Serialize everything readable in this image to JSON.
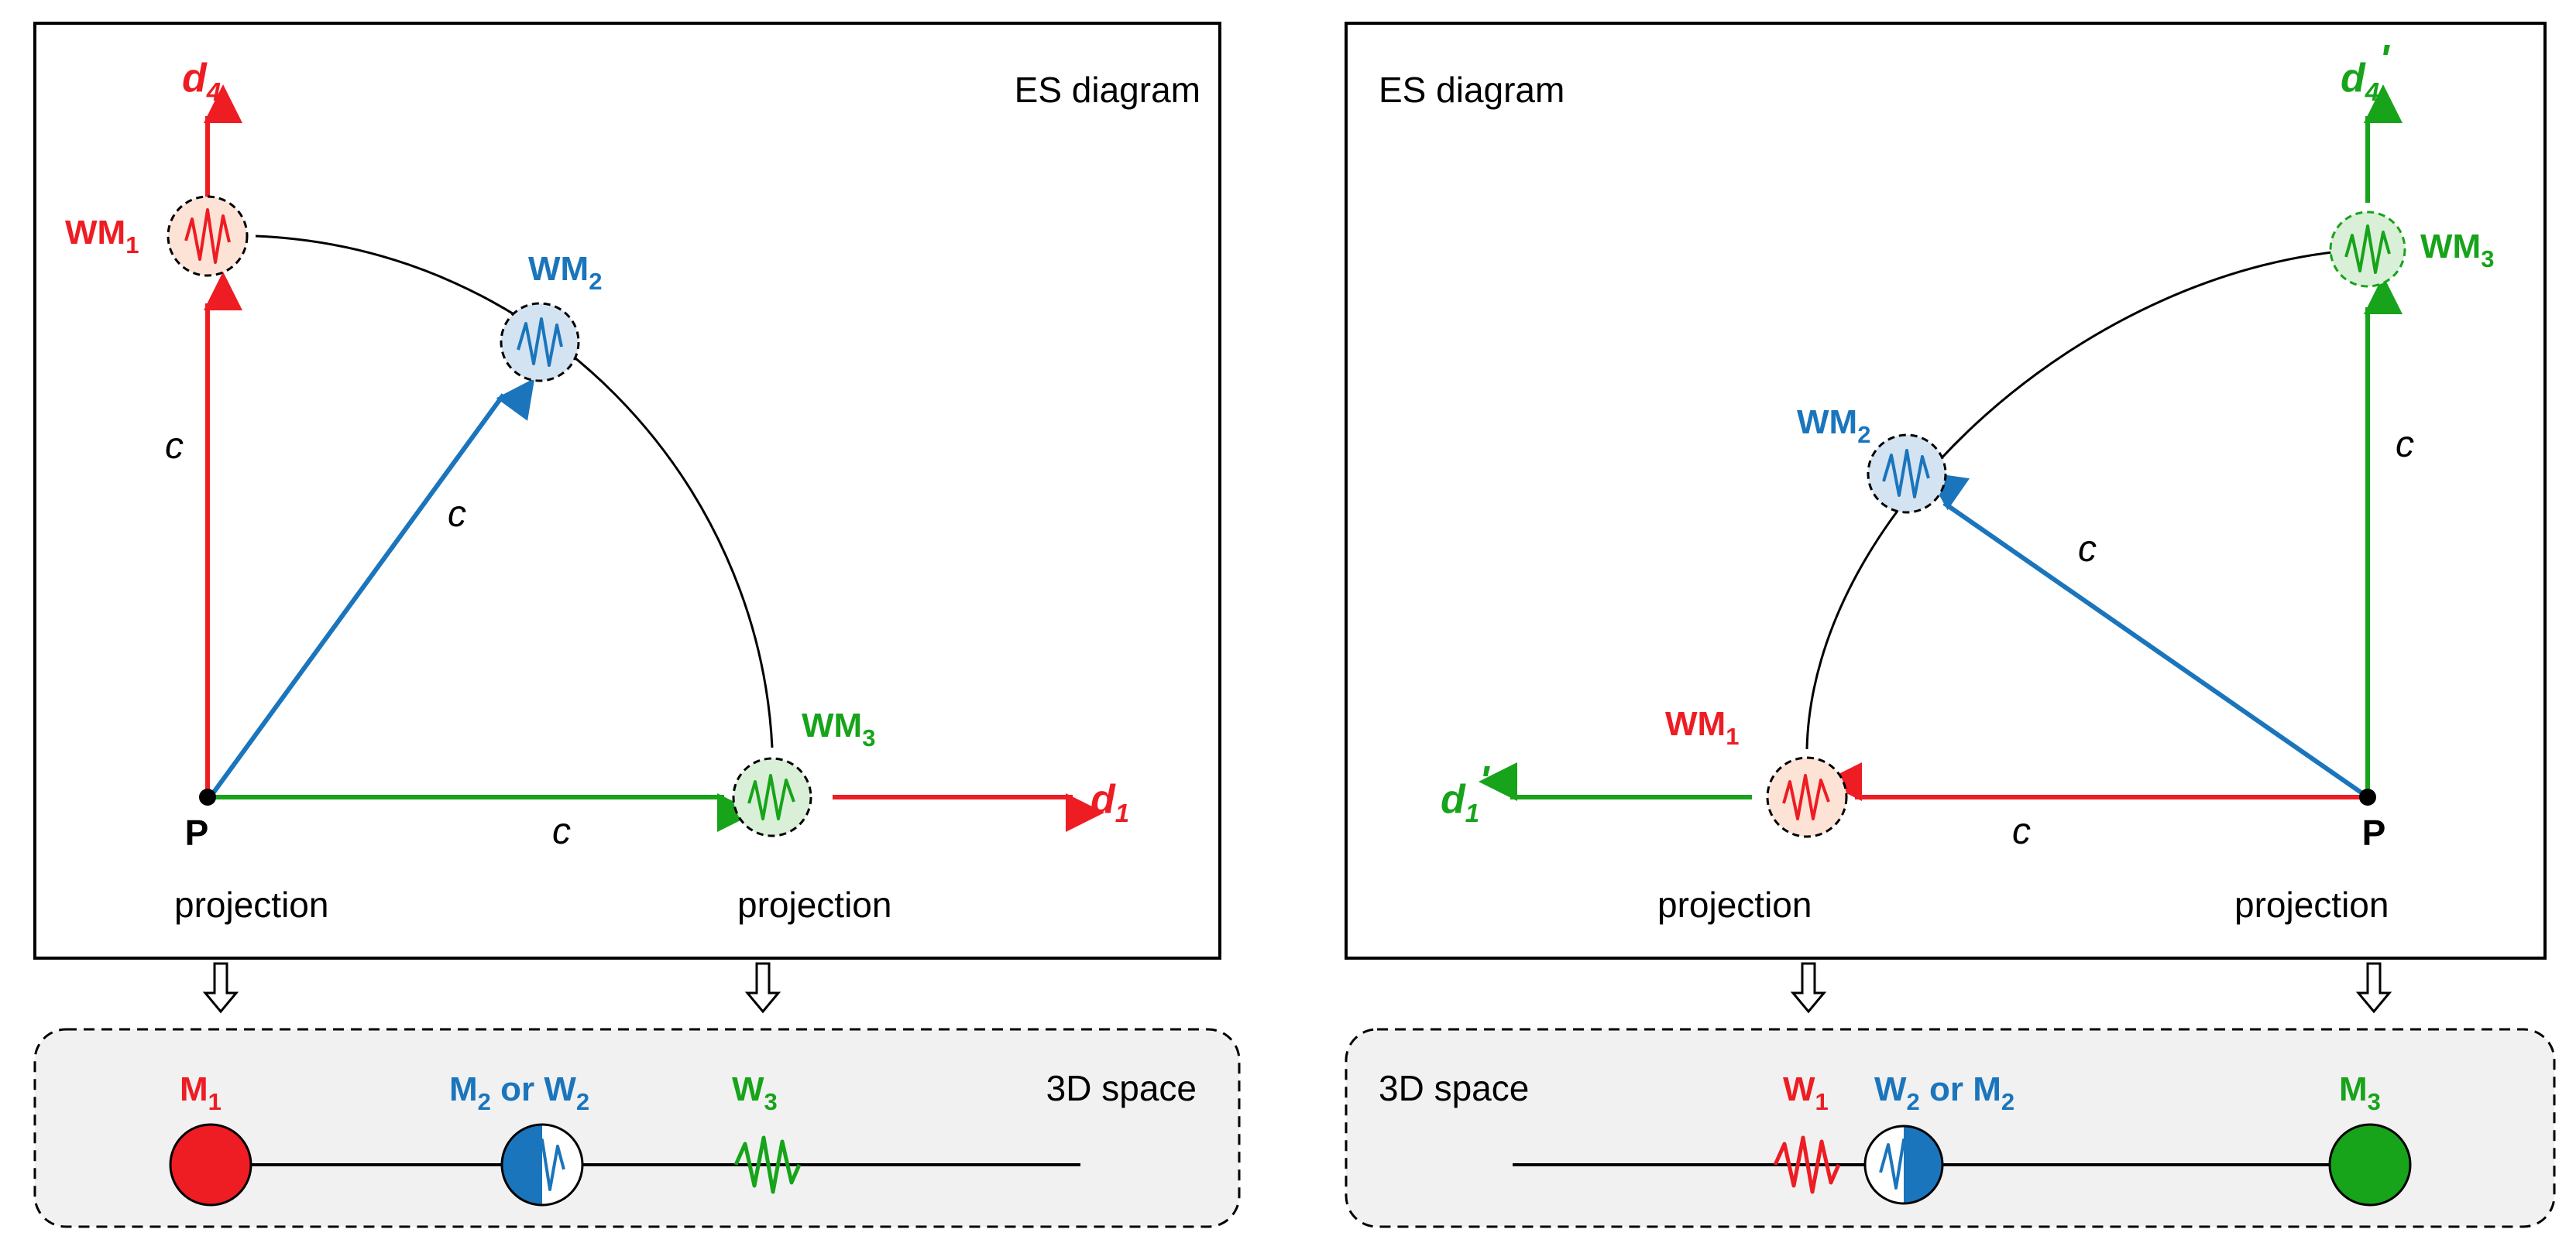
{
  "colors": {
    "red": "#ee1c23",
    "blue": "#1a75bc",
    "green": "#17a31a",
    "panel_fill": "#f1f1f1",
    "red_fill": "#fde3d6",
    "blue_fill": "#d3e3f2",
    "green_fill": "#d9efd7"
  },
  "left": {
    "title": "ES diagram",
    "space_title": "3D space",
    "point": "P",
    "vec_label": "c",
    "projection": "projection",
    "axis_up": {
      "main": "d",
      "sub": "4",
      "prime": ""
    },
    "axis_right": {
      "main": "d",
      "sub": "1",
      "prime": ""
    },
    "wm1": {
      "main": "WM",
      "sub": "1"
    },
    "wm2": {
      "main": "WM",
      "sub": "2"
    },
    "wm3": {
      "main": "WM",
      "sub": "3"
    },
    "m1": {
      "main": "M",
      "sub": "1"
    },
    "mw2": {
      "a": "M",
      "a_sub": "2",
      "or": " or ",
      "b": "W",
      "b_sub": "2"
    },
    "w3": {
      "main": "W",
      "sub": "3"
    }
  },
  "right": {
    "title": "ES diagram",
    "space_title": "3D space",
    "point": "P",
    "vec_label": "c",
    "projection": "projection",
    "axis_up": {
      "main": "d",
      "sub": "4",
      "prime": "'"
    },
    "axis_left": {
      "main": "d",
      "sub": "1",
      "prime": "'"
    },
    "wm1": {
      "main": "WM",
      "sub": "1"
    },
    "wm2": {
      "main": "WM",
      "sub": "2"
    },
    "wm3": {
      "main": "WM",
      "sub": "3"
    },
    "w1": {
      "main": "W",
      "sub": "1"
    },
    "wm2b": {
      "a": "W",
      "a_sub": "2",
      "or": " or ",
      "b": "M",
      "b_sub": "2"
    },
    "m3": {
      "main": "M",
      "sub": "3"
    }
  }
}
